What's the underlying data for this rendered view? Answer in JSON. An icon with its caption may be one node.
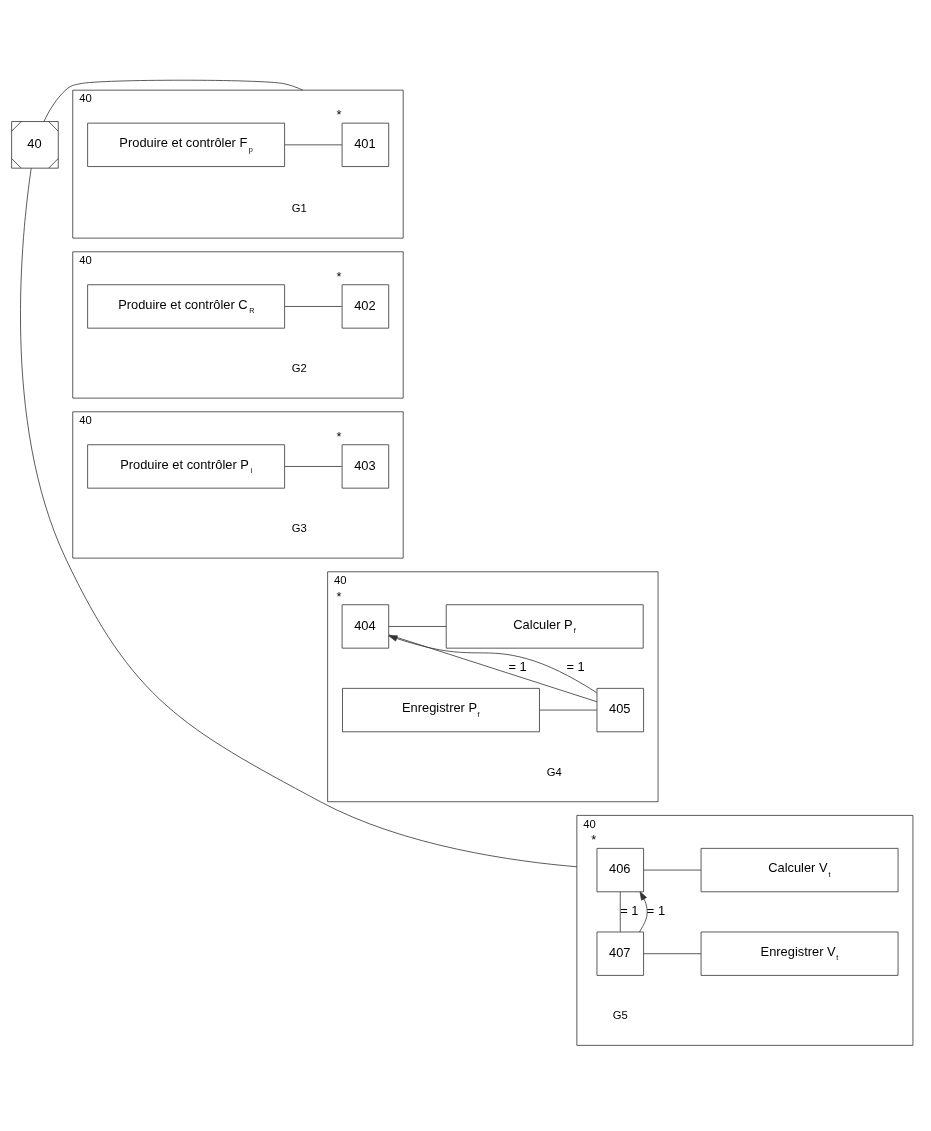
{
  "diagram": {
    "nodes": [
      {
        "text": [
          "40"
        ]
      },
      {
        "text": [
          "40",
          "G1"
        ]
      },
      {
        "text": [
          "401"
        ],
        "in": 1,
        "beside": [
          "*"
        ]
      },
      {
        "text": [
          "Produire et contrôler F$_{p}$"
        ],
        "in": 1
      },
      {
        "text": [
          "40",
          "G2"
        ]
      },
      {
        "text": [
          "402"
        ],
        "in": 4,
        "beside": [
          "*"
        ]
      },
      {
        "text": [
          "Produire et contrôler C$_{R}$"
        ],
        "in": 4
      },
      {
        "text": [
          "40",
          "G3"
        ]
      },
      {
        "text": [
          "403"
        ],
        "in": 7,
        "beside": [
          "*"
        ]
      },
      {
        "text": [
          "Produire et contrôler P$_{i}$"
        ],
        "in": 7
      },
      {
        "text": [
          "40",
          "G4"
        ]
      },
      {
        "text": [
          "404"
        ],
        "in": 10,
        "beside": [
          "*"
        ]
      },
      {
        "text": [
          "Calculer P$_{f}$"
        ],
        "in": 10
      },
      {
        "text": [
          "405"
        ],
        "in": 10
      },
      {
        "text": [
          "Enregistrer P$_{f}$"
        ],
        "in": 10
      },
      {
        "text": [
          "40",
          "G5"
        ]
      },
      {
        "text": [
          "406"
        ],
        "in": 15,
        "beside": [
          "*"
        ]
      },
      {
        "text": [
          "Calculer V$_{t}$"
        ],
        "in": 15
      },
      {
        "text": [
          "407"
        ],
        "in": 15
      },
      {
        "text": [
          "Enregistrer V$_{t}$"
        ],
        "in": 15
      }
    ],
    "edges": [
      {
        "from": 0,
        "to": 1,
        "arrow": "none"
      },
      {
        "from": 0,
        "to": 15,
        "arrow": "none"
      },
      {
        "from": 2,
        "to": 3,
        "arrow": "none"
      },
      {
        "from": 5,
        "to": 6,
        "arrow": "none"
      },
      {
        "from": 8,
        "to": 9,
        "arrow": "none"
      },
      {
        "from": 11,
        "to": 12,
        "arrow": "none"
      },
      {
        "from": 11,
        "to": 13,
        "arrow": "none",
        "label": "= 1"
      },
      {
        "from": 13,
        "to": 14,
        "arrow": "none"
      },
      {
        "from": 13,
        "to": 11,
        "arrow": "to",
        "label": "= 1"
      },
      {
        "from": 16,
        "to": 17,
        "arrow": "none"
      },
      {
        "from": 16,
        "to": 18,
        "arrow": "none",
        "label": "= 1"
      },
      {
        "from": 18,
        "to": 19,
        "arrow": "none"
      },
      {
        "from": 18,
        "to": 16,
        "arrow": "to",
        "label": "= 1"
      }
    ]
  }
}
